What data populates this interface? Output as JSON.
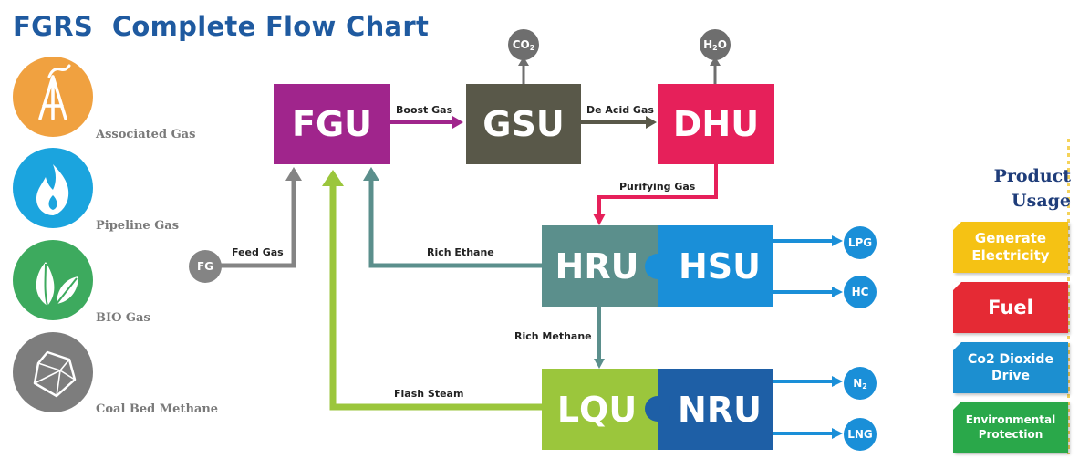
{
  "title": "FGRS  Complete Flow Chart",
  "sources": [
    {
      "label": "Associated Gas",
      "icon": "derrick-icon",
      "color": "#f0a140"
    },
    {
      "label": "Pipeline Gas",
      "icon": "flame-icon",
      "color": "#1ba4de"
    },
    {
      "label": "BIO Gas",
      "icon": "leaves-icon",
      "color": "#3daa5e"
    },
    {
      "label": "Coal Bed Methane",
      "icon": "coal-icon",
      "color": "#7d7d7d"
    }
  ],
  "units": {
    "fgu": {
      "label": "FGU",
      "color": "#a0258c"
    },
    "gsu": {
      "label": "GSU",
      "color": "#595849"
    },
    "dhu": {
      "label": "DHU",
      "color": "#e6205a"
    },
    "hru": {
      "label": "HRU",
      "color": "#5b8f8c"
    },
    "hsu": {
      "label": "HSU",
      "color": "#1a8fd8"
    },
    "lqu": {
      "label": "LQU",
      "color": "#9bc63c"
    },
    "nru": {
      "label": "NRU",
      "color": "#1e5fa6"
    }
  },
  "flows": {
    "boost_gas": "Boost Gas",
    "de_acid_gas": "De Acid Gas",
    "purifying_gas": "Purifying Gas",
    "feed_gas": "Feed Gas",
    "rich_ethane": "Rich Ethane",
    "rich_methane": "Rich Methane",
    "flash_steam": "Flash Steam"
  },
  "outputs": {
    "fg": "FG",
    "co2": {
      "main": "CO",
      "sub": "2"
    },
    "h2o": {
      "main": "H",
      "sub": "2",
      "tail": "O"
    },
    "lpg": "LPG",
    "hc": "HC",
    "n2": {
      "main": "N",
      "sub": "2"
    },
    "lng": "LNG"
  },
  "product_usage": {
    "title_line1": "Product",
    "title_line2": "Usage",
    "items": [
      {
        "label": "Generate Electricity",
        "color": "#f5c214"
      },
      {
        "label": "Fuel",
        "color": "#e52a34"
      },
      {
        "label": "Co2 Dioxide Drive",
        "color": "#1c8fd0"
      },
      {
        "label": "Environmental Protection",
        "color": "#2aa84a"
      }
    ]
  }
}
